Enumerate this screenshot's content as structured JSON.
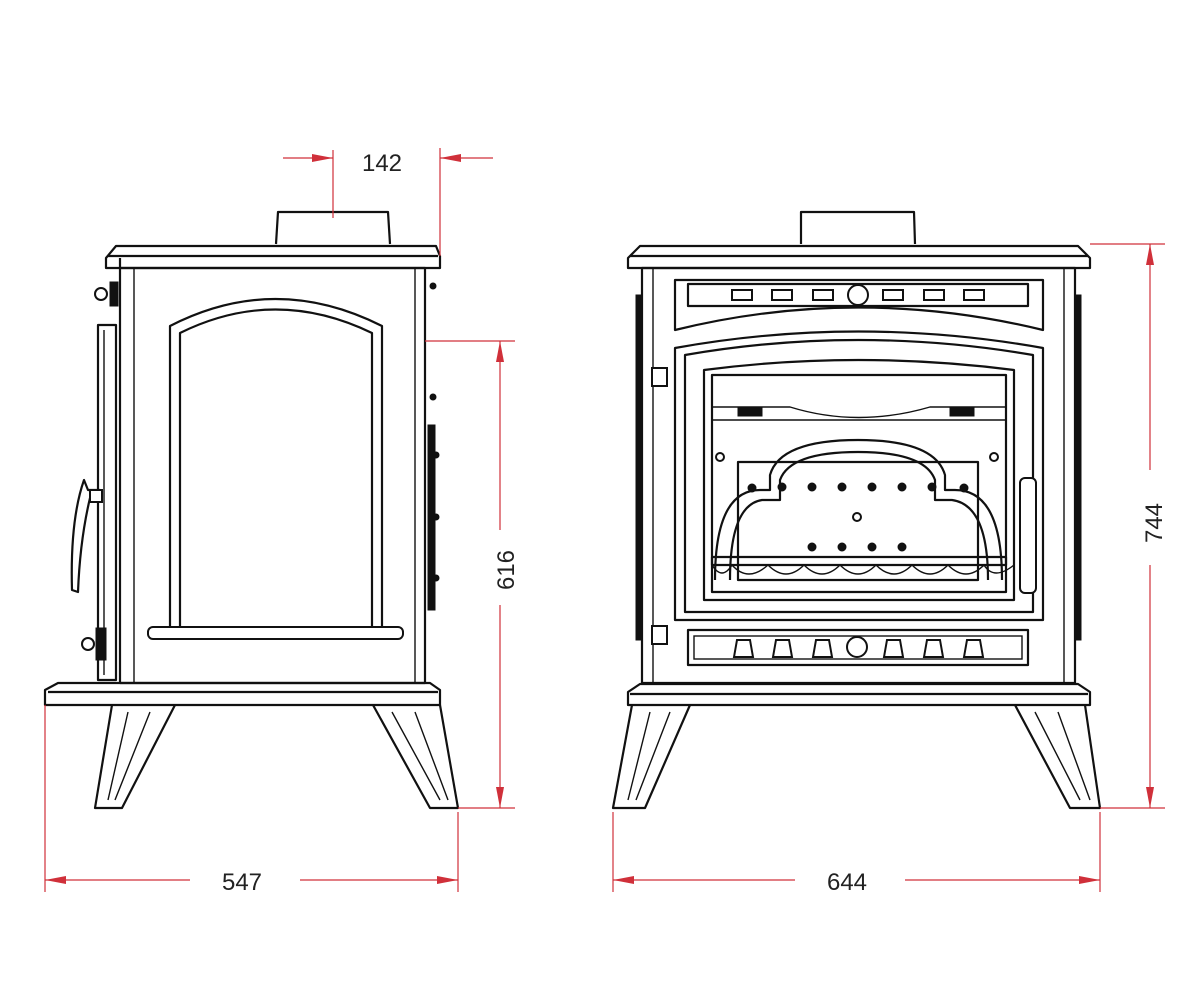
{
  "dimensions": {
    "flue_offset": "142",
    "side_body_height": "616",
    "side_width": "547",
    "front_height": "744",
    "front_width": "644"
  },
  "colors": {
    "outline": "#111111",
    "dimension_line": "#d0303a"
  }
}
